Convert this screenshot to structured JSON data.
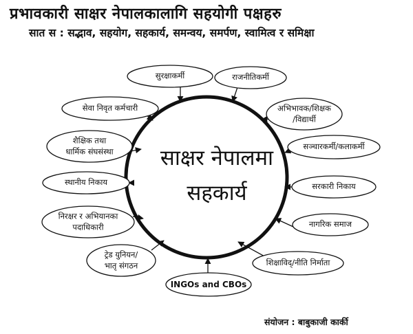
{
  "title": "प्रभावकारी साक्षर नेपालकालागि सहयोगी पक्षहरु",
  "subtitle": "सात स : सद्भाव, सहयोग, सहकार्य, समन्वय, समर्पण, स्वामित्व र समिक्षा",
  "center": {
    "line1": "साक्षर नेपालमा",
    "line2": "सहकार्य"
  },
  "nodes": {
    "security": "सुरक्षाकर्मी",
    "politician": "राजनीतिकर्मी",
    "retired": "सेवा निवृत कर्मचारी",
    "parent_l1": "अभिभावक/शिक्षक",
    "parent_l2": "/विद्यार्थी",
    "religious_l1": "शैक्षिक तथा",
    "religious_l2": "धार्मिक संघसंस्था",
    "media": "सञ्चारकर्मी/कलाकर्मी",
    "local_body": "स्थानीय निकाय",
    "government": "सरकारी निकाय",
    "campaign_l1": "निरक्षर र अभियानका",
    "campaign_l2": "पदाधिकारी",
    "civil_society": "नागरिक समाज",
    "union_l1": "ट्रेड युनियन/",
    "union_l2": "भातृ संगठन",
    "educationist": "शिक्षाविद्/नीति निर्माता",
    "ingos": "INGOs and CBOs"
  },
  "credit": "संयोजन : बाबुकाजी कार्की"
}
